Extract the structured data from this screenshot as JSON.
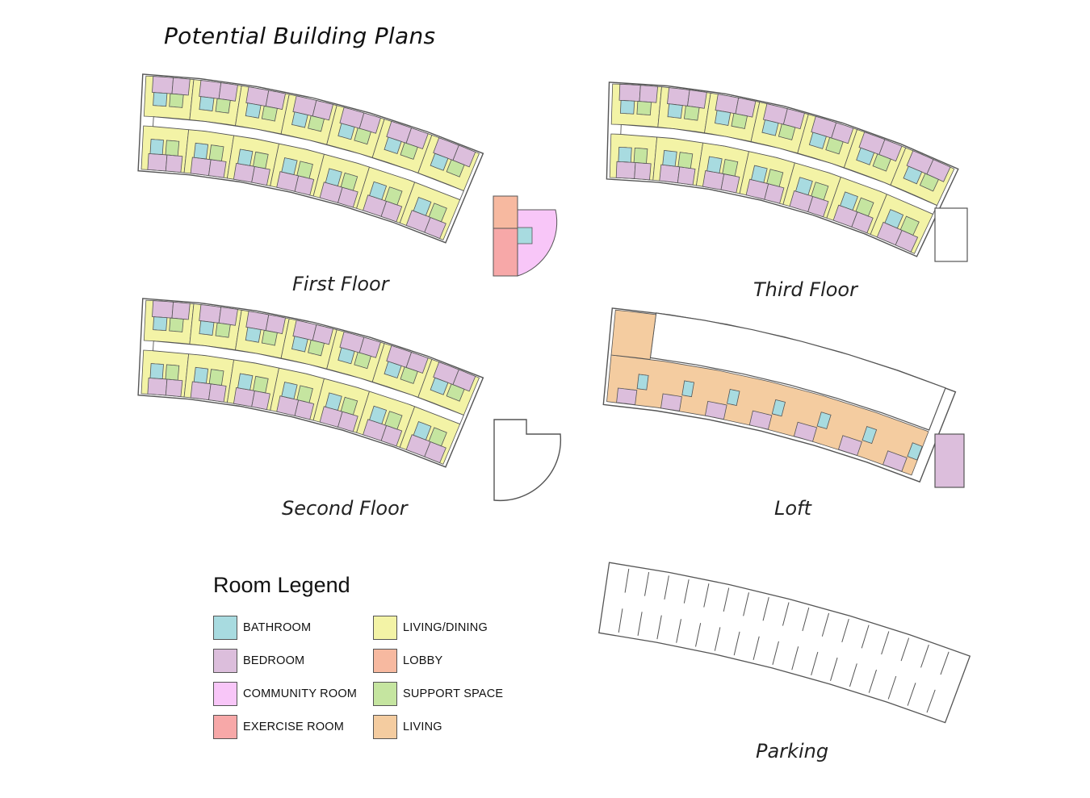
{
  "title": "Potential Building Plans",
  "colors": {
    "bathroom": "#a8dbe0",
    "bedroom": "#dcbedc",
    "community": "#f8c6f8",
    "exercise": "#f7a8a8",
    "living_dining": "#f3f3a6",
    "lobby": "#f7b9a0",
    "support": "#c5e5a0",
    "living": "#f4cca0",
    "wall": "#555555"
  },
  "plans": [
    {
      "id": "first",
      "label": "First Floor"
    },
    {
      "id": "third",
      "label": "Third Floor"
    },
    {
      "id": "second",
      "label": "Second Floor"
    },
    {
      "id": "loft",
      "label": "Loft"
    },
    {
      "id": "parking",
      "label": "Parking"
    }
  ],
  "legend": {
    "title": "Room Legend",
    "items": [
      {
        "label": "BATHROOM",
        "color": "#a8dbe0"
      },
      {
        "label": "BEDROOM",
        "color": "#dcbedc"
      },
      {
        "label": "COMMUNITY ROOM",
        "color": "#f8c6f8"
      },
      {
        "label": "EXERCISE ROOM",
        "color": "#f7a8a8"
      },
      {
        "label": "LIVING/DINING",
        "color": "#f3f3a6"
      },
      {
        "label": "LOBBY",
        "color": "#f7b9a0"
      },
      {
        "label": "SUPPORT SPACE",
        "color": "#c5e5a0"
      },
      {
        "label": "LIVING",
        "color": "#f4cca0"
      }
    ]
  }
}
